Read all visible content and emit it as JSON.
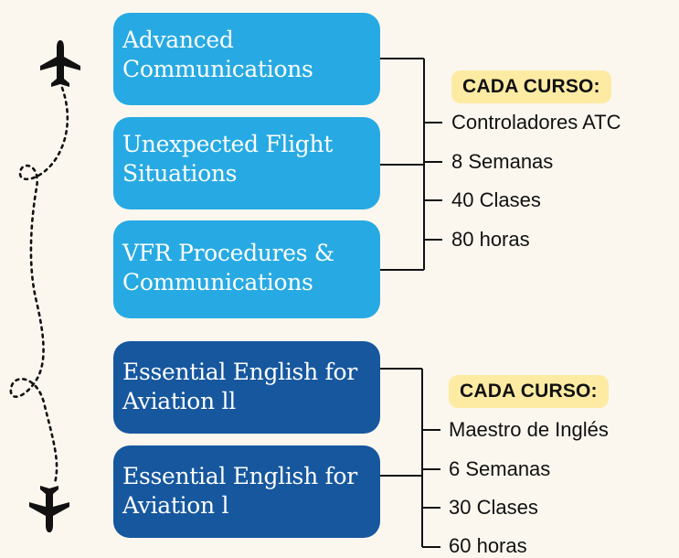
{
  "group1": {
    "courses": [
      "Advanced Communications",
      "Unexpected Flight Situations",
      "VFR Procedures & Communications"
    ],
    "course_lines": [
      [
        "Advanced",
        "Communications"
      ],
      [
        "Unexpected Flight",
        "Situations"
      ],
      [
        "VFR Procedures &",
        "Communications"
      ]
    ],
    "badge": "CADA CURSO:",
    "details": [
      "Controladores ATC",
      "8 Semanas",
      "40 Clases",
      "80 horas"
    ]
  },
  "group2": {
    "courses": [
      "Essential English for Aviation ll",
      "Essential English for Aviation l"
    ],
    "course_lines": [
      [
        "Essential English for",
        "Aviation ll"
      ],
      [
        "Essential English for",
        "Aviation l"
      ]
    ],
    "badge": "CADA CURSO:",
    "details": [
      "Maestro de Inglés",
      "6 Semanas",
      "30 Clases",
      "60 horas"
    ]
  },
  "icons": [
    "airplane-icon",
    "airplane-icon"
  ],
  "colors": {
    "background": "#fbf7ef",
    "light_blue": "#27aae3",
    "dark_blue": "#16579e",
    "badge": "#fdeba4",
    "text": "#111111"
  }
}
